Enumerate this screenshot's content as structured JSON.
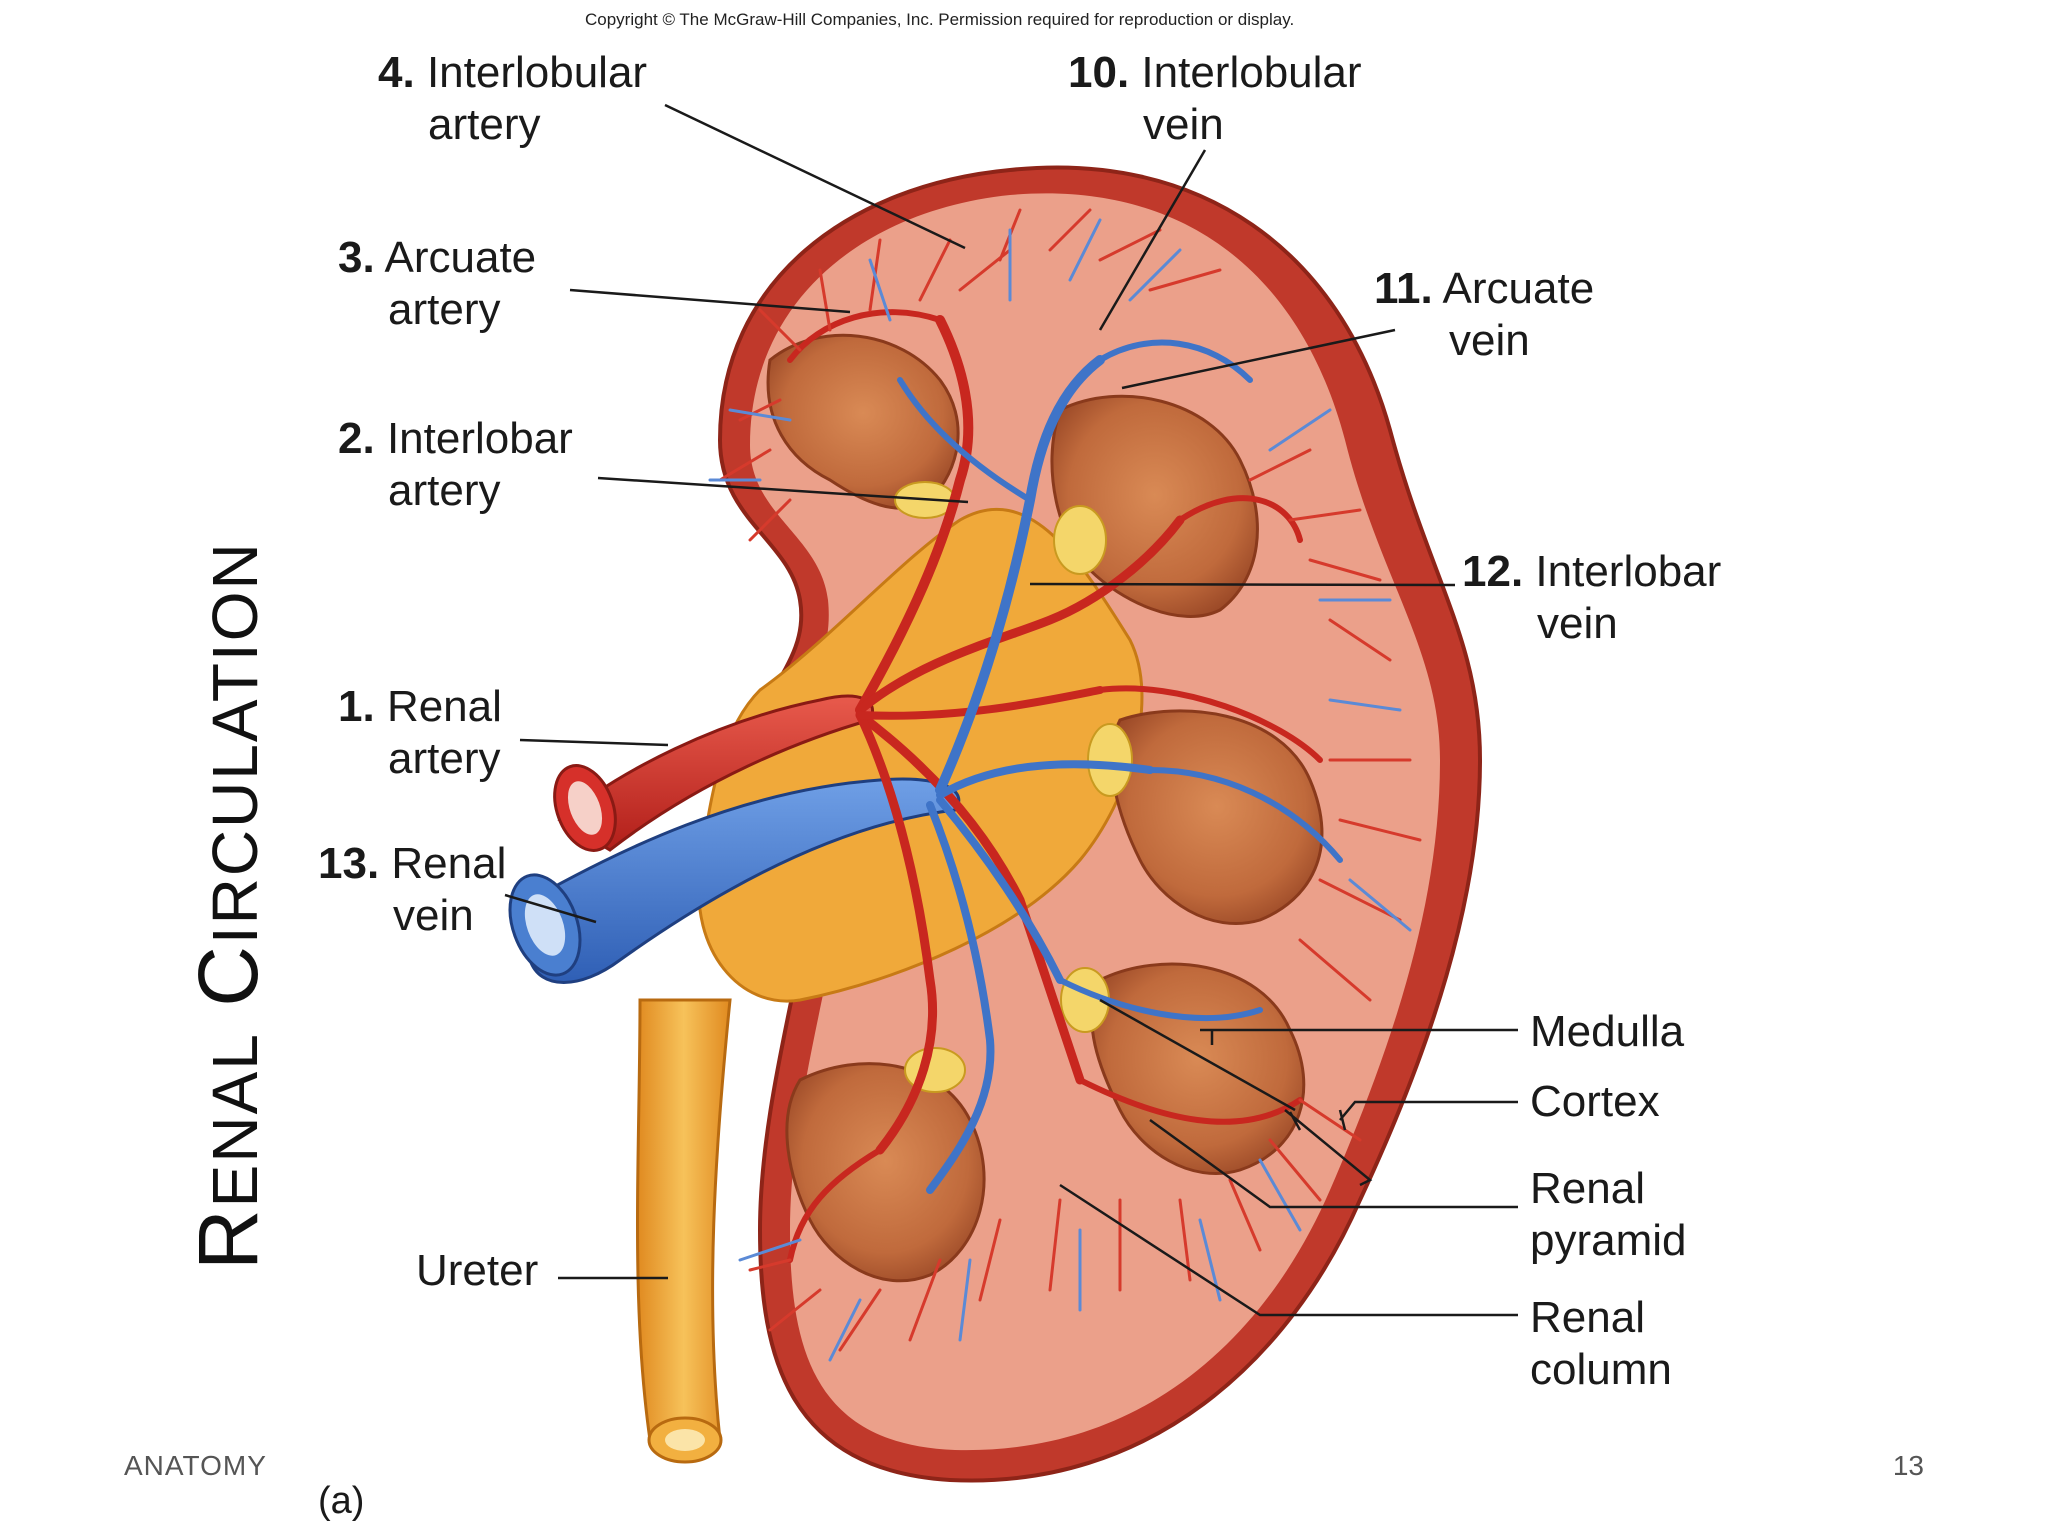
{
  "slide": {
    "title_first": "R",
    "title_first_rest": "enal",
    "title_second": "C",
    "title_second_rest": "irculation",
    "footer_left": "ANATOMY",
    "page_number": "13"
  },
  "figure": {
    "copyright": "Copyright © The McGraw-Hill Companies, Inc. Permission required for reproduction or display.",
    "panel_tag": "(a)",
    "labels": [
      {
        "num": "4.",
        "line1": "Interlobular",
        "line2": "artery"
      },
      {
        "num": "3.",
        "line1": "Arcuate",
        "line2": "artery"
      },
      {
        "num": "2.",
        "line1": "Interlobar",
        "line2": "artery"
      },
      {
        "num": "1.",
        "line1": "Renal",
        "line2": "artery"
      },
      {
        "num": "13.",
        "line1": "Renal",
        "line2": "vein"
      },
      {
        "num": "",
        "line1": "Ureter",
        "line2": ""
      },
      {
        "num": "10.",
        "line1": "Interlobular",
        "line2": "vein"
      },
      {
        "num": "11.",
        "line1": "Arcuate",
        "line2": "vein"
      },
      {
        "num": "12.",
        "line1": "Interlobar",
        "line2": "vein"
      },
      {
        "num": "",
        "line1": "Medulla",
        "line2": ""
      },
      {
        "num": "",
        "line1": "Cortex",
        "line2": ""
      },
      {
        "num": "",
        "line1": "Renal",
        "line2": "pyramid"
      },
      {
        "num": "",
        "line1": "Renal",
        "line2": "column"
      }
    ]
  },
  "colors": {
    "capsule": "#c0392b",
    "cortex": "#eba08a",
    "pyramid": "#c56a3e",
    "pelvis": "#f0a93a",
    "artery": "#d6302a",
    "vein": "#4a7fd0"
  }
}
